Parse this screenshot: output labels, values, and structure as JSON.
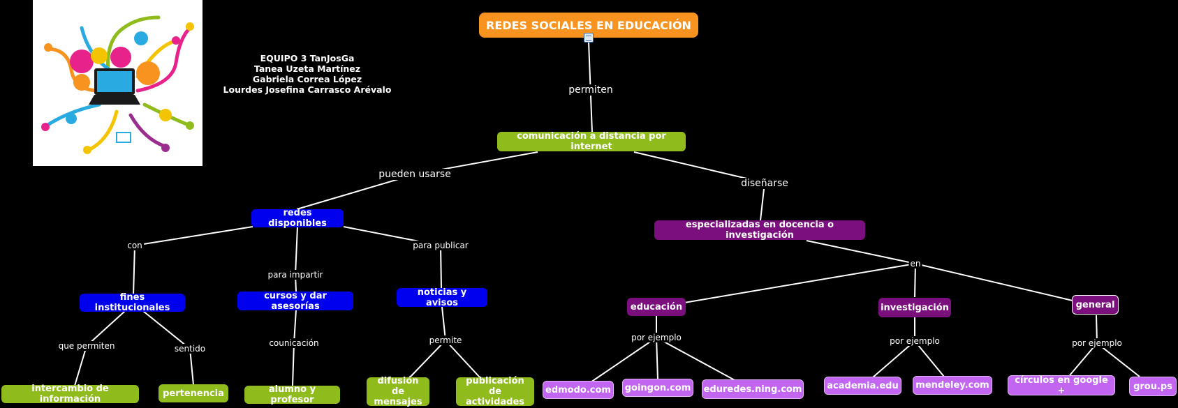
{
  "title": "REDES SOCIALES EN EDUCACIÓN",
  "team": [
    "EQUIPO 3 TanJosGa",
    "Tanea Uzeta Martínez",
    "Gabriela Correa López",
    "Lourdes Josefina Carrasco Arévalo"
  ],
  "nodes": {
    "comunicacion": "comunicación a distancia por internet",
    "redes": "redes disponibles",
    "especializadas": "especializadas en docencia o investigación",
    "fines": "fines institucionales",
    "cursos": "cursos y dar asesorías",
    "noticias": "noticias y avisos",
    "intercambio": "intercambio de información",
    "pertenencia": "pertenencia",
    "alumno": "alumno y profesor",
    "difusion": "difusión de mensajes",
    "publicacion": "publicación de actividades",
    "educacion": "educación",
    "investigacion": "investigación",
    "general": "general",
    "edmodo": "edmodo.com",
    "goingon": "goingon.com",
    "eduredes": "eduredes.ning.com",
    "academia": "academia.edu",
    "mendeley": "mendeley.com",
    "circulos": "círculos en google +",
    "groups": "grou.ps"
  },
  "links": {
    "permiten": "permiten",
    "pueden_usarse": "pueden usarse",
    "disenarse": "diseñarse",
    "con": "con",
    "para_impartir": "para impartir",
    "para_publicar": "para publicar",
    "que_permiten": "que permiten",
    "sentido": "sentido",
    "counicacion": "counicación",
    "permite": "permite",
    "en": "en",
    "por_ejemplo_1": "por ejemplo",
    "por_ejemplo_2": "por ejemplo",
    "por_ejemplo_3": "por ejemplo"
  },
  "colors": {
    "background": "#000000",
    "title": "#f7931e",
    "green": "#8fbc1c",
    "blue": "#0000ee",
    "purple": "#7a0f7d",
    "violet": "#c265f0"
  },
  "icons": [
    "social-network-illustration",
    "document-icon"
  ]
}
